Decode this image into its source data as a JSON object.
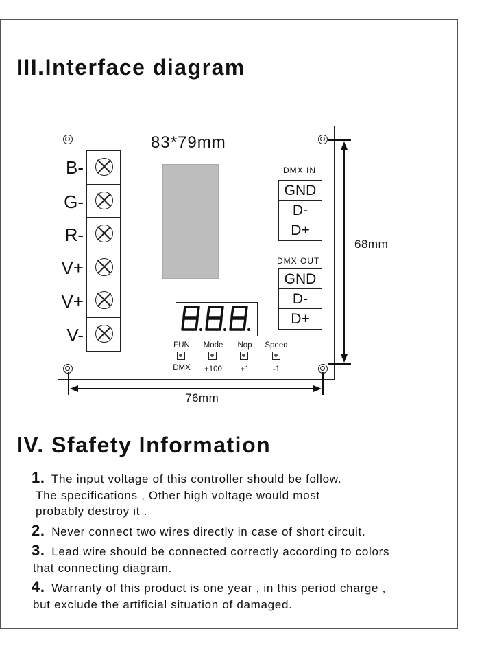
{
  "section3": {
    "title": "III.Interface diagram"
  },
  "diagram": {
    "size": "83*79mm",
    "width_dim": "76mm",
    "height_dim": "68mm",
    "terminals": [
      "B-",
      "G-",
      "R-",
      "V+",
      "V+",
      "V-"
    ],
    "led_text": "8.8.8.",
    "dmx_in": {
      "title": "DMX IN",
      "pins": [
        "GND",
        "D-",
        "D+"
      ]
    },
    "dmx_out": {
      "title": "DMX OUT",
      "pins": [
        "GND",
        "D-",
        "D+"
      ]
    },
    "buttons": [
      {
        "top": "FUN",
        "bottom": "DMX"
      },
      {
        "top": "Mode",
        "bottom": "+100"
      },
      {
        "top": "Nop",
        "bottom": "+1"
      },
      {
        "top": "Speed",
        "bottom": "-1"
      }
    ]
  },
  "section4": {
    "title": "IV. Sfafety Information",
    "items": [
      {
        "num": "1.",
        "line1": "The input voltage of this controller should be follow.",
        "line2": "The specifications , Other high voltage would most",
        "line3": "probably destroy it ."
      },
      {
        "num": "2.",
        "line1": "Never connect two wires directly in case of short circuit."
      },
      {
        "num": "3.",
        "line1": "Lead wire should be connected correctly according to colors",
        "line2": "that connecting diagram."
      },
      {
        "num": "4.",
        "line1": "Warranty of this product is one year , in this period charge ,",
        "line2": "but exclude the artificial situation of damaged."
      }
    ]
  }
}
